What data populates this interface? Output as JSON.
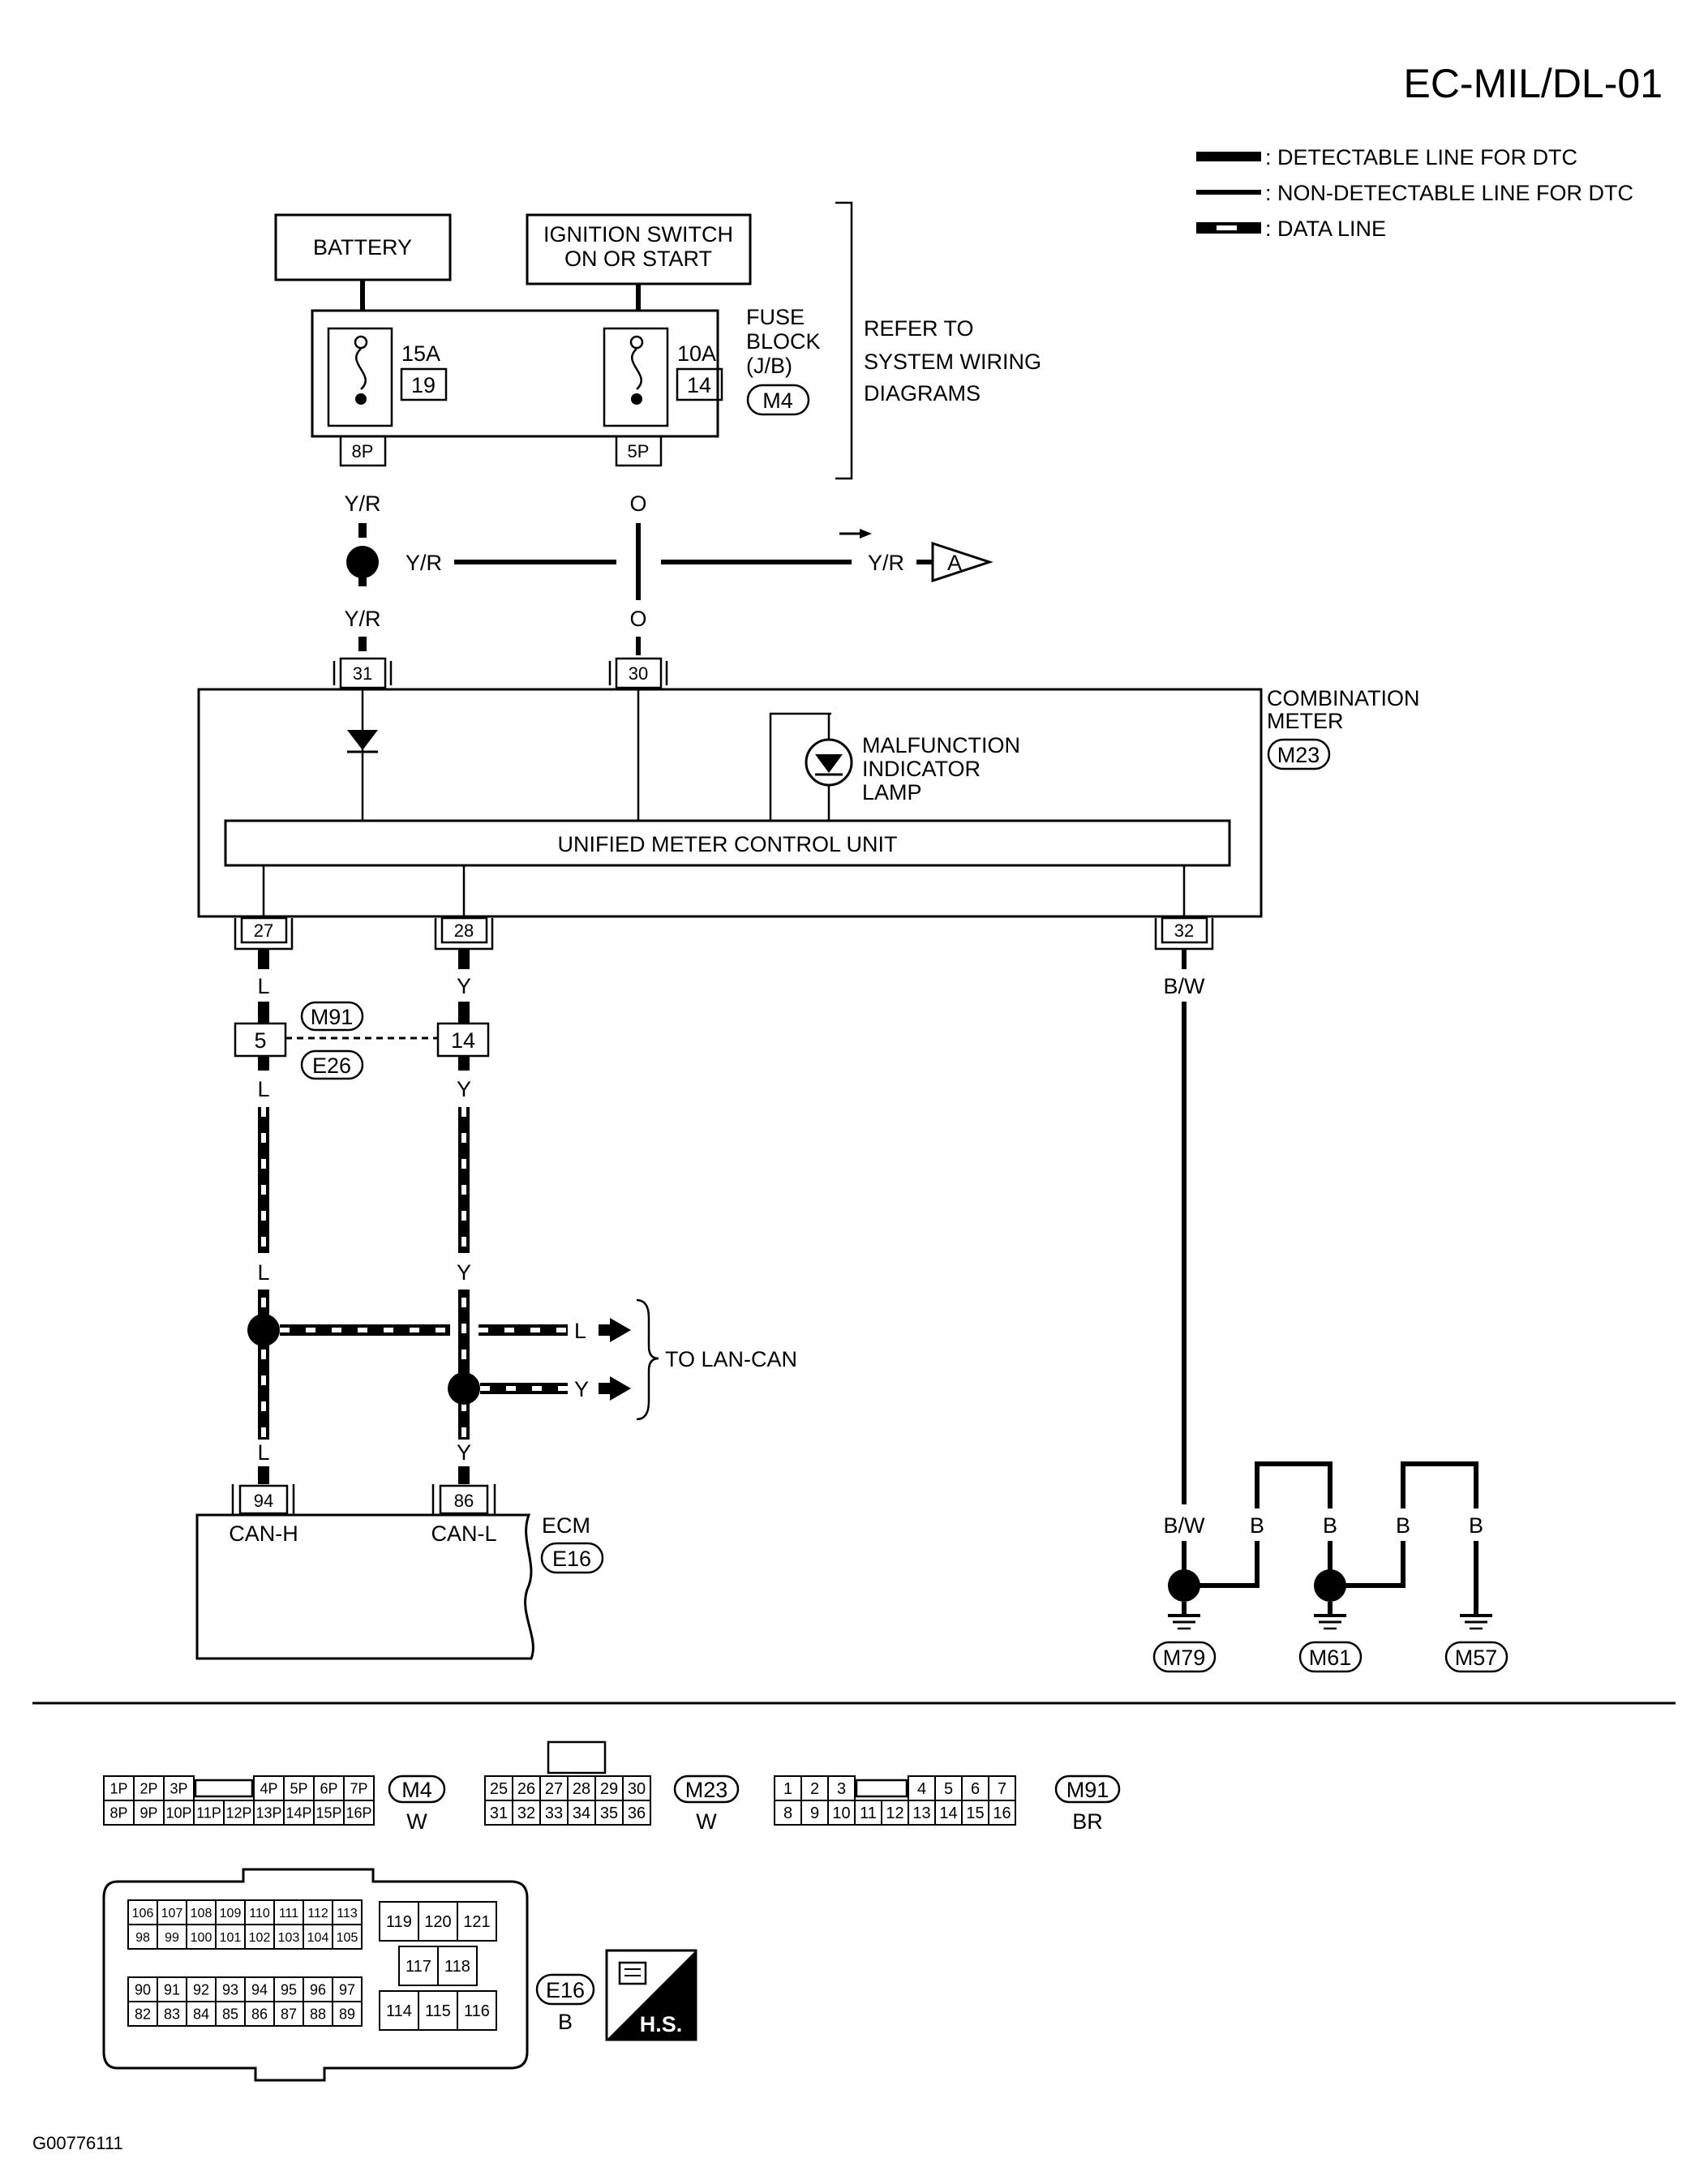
{
  "page_title": "EC-MIL/DL-01",
  "legend": [
    {
      "label": ": DETECTABLE LINE FOR DTC"
    },
    {
      "label": ": NON-DETECTABLE LINE FOR DTC"
    },
    {
      "label": ": DATA LINE"
    }
  ],
  "power": {
    "battery": "BATTERY",
    "ignition_l1": "IGNITION SWITCH",
    "ignition_l2": "ON OR START"
  },
  "fuse_block": {
    "l1": "FUSE",
    "l2": "BLOCK",
    "l3": "(J/B)",
    "conn": "M4",
    "fuse1_amp": "15A",
    "fuse1_no": "19",
    "fuse2_amp": "10A",
    "fuse2_no": "14",
    "pin1": "8P",
    "pin2": "5P"
  },
  "refer": {
    "l1": "REFER TO",
    "l2": "SYSTEM WIRING",
    "l3": "DIAGRAMS"
  },
  "wires": {
    "yr": "Y/R",
    "o": "O",
    "l": "L",
    "y": "Y",
    "bw": "B/W",
    "b": "B",
    "arrow_a": "A"
  },
  "combination_meter": {
    "l1": "COMBINATION",
    "l2": "METER",
    "conn": "M23",
    "pin_31": "31",
    "pin_30": "30",
    "pin_27": "27",
    "pin_28": "28",
    "pin_32": "32",
    "mil_l1": "MALFUNCTION",
    "mil_l2": "INDICATOR",
    "mil_l3": "LAMP",
    "unit": "UNIFIED METER CONTROL UNIT"
  },
  "joint": {
    "conn_m": "M91",
    "conn_e": "E26",
    "pin_5": "5",
    "pin_14": "14"
  },
  "lan_can": "TO LAN-CAN",
  "ecm": {
    "label": "ECM",
    "conn": "E16",
    "pin_94": "94",
    "pin_86": "86",
    "can_h": "CAN-H",
    "can_l": "CAN-L"
  },
  "grounds": [
    "M79",
    "M61",
    "M57"
  ],
  "connector_views": {
    "m4": {
      "name": "M4",
      "color": "W",
      "row1": [
        "1P",
        "2P",
        "3P",
        "",
        "4P",
        "5P",
        "6P",
        "7P"
      ],
      "row2": [
        "8P",
        "9P",
        "10P",
        "11P",
        "12P",
        "13P",
        "14P",
        "15P",
        "16P"
      ]
    },
    "m23": {
      "name": "M23",
      "color": "W",
      "row1": [
        "25",
        "26",
        "27",
        "28",
        "29",
        "30"
      ],
      "row2": [
        "31",
        "32",
        "33",
        "34",
        "35",
        "36"
      ]
    },
    "m91": {
      "name": "M91",
      "color": "BR",
      "row1": [
        "1",
        "2",
        "3",
        "",
        "4",
        "5",
        "6",
        "7"
      ],
      "row2": [
        "8",
        "9",
        "10",
        "11",
        "12",
        "13",
        "14",
        "15",
        "16"
      ]
    },
    "e16": {
      "name": "E16",
      "color": "B",
      "left_r1": [
        "106",
        "107",
        "108",
        "109",
        "110",
        "111",
        "112",
        "113"
      ],
      "left_r2": [
        "98",
        "99",
        "100",
        "101",
        "102",
        "103",
        "104",
        "105"
      ],
      "left_r3": [
        "90",
        "91",
        "92",
        "93",
        "94",
        "95",
        "96",
        "97"
      ],
      "left_r4": [
        "82",
        "83",
        "84",
        "85",
        "86",
        "87",
        "88",
        "89"
      ],
      "right_r1": [
        "119",
        "120",
        "121"
      ],
      "right_r2": [
        "117",
        "118"
      ],
      "right_r3": [
        "114",
        "115",
        "116"
      ]
    },
    "hs": "H.S."
  },
  "figure_code": "G00776111"
}
